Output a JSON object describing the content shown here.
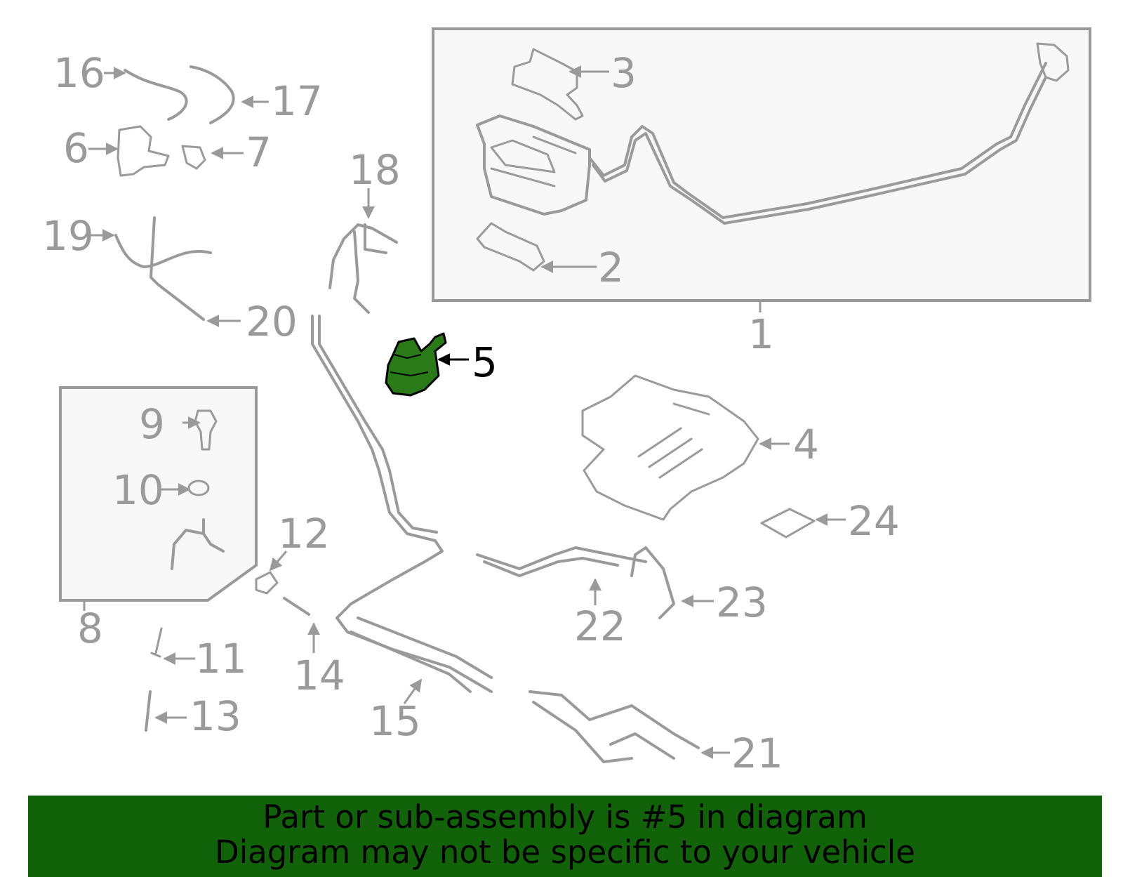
{
  "labels": {
    "l1": "1",
    "l2": "2",
    "l3": "3",
    "l4": "4",
    "l5": "5",
    "l6": "6",
    "l7": "7",
    "l8": "8",
    "l9": "9",
    "l10": "10",
    "l11": "11",
    "l12": "12",
    "l13": "13",
    "l14": "14",
    "l15": "15",
    "l16": "16",
    "l17": "17",
    "l18": "18",
    "l19": "19",
    "l20": "20",
    "l21": "21",
    "l22": "22",
    "l23": "23",
    "l24": "24"
  },
  "highlight": {
    "part_number": "5",
    "color": "#2a7a1a"
  },
  "banner": {
    "line1": "Part or sub-assembly is #5 in diagram",
    "line2": "Diagram may not be specific to your vehicle",
    "background": "#12620a"
  }
}
